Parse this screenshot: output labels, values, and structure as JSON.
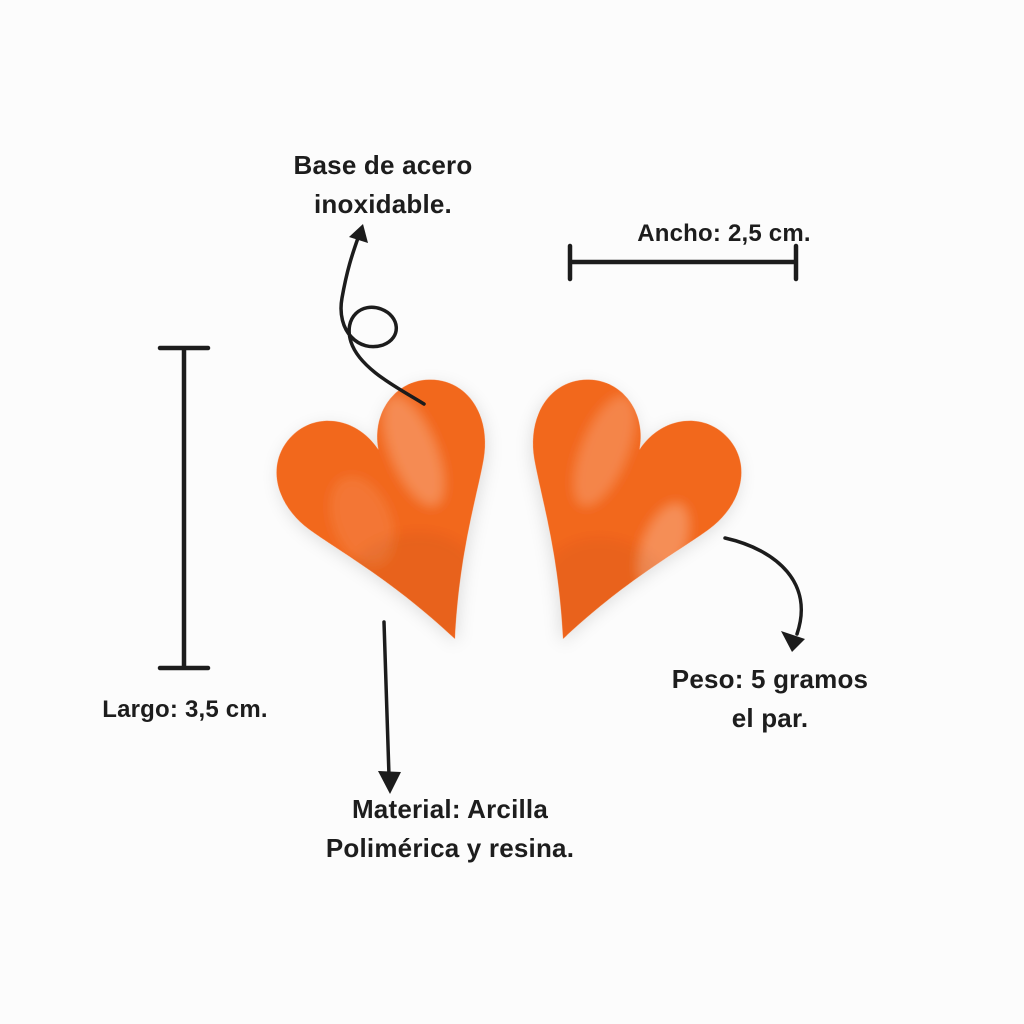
{
  "page": {
    "background": "#fcfcfc",
    "description": "heart-earrings-spec-infographic"
  },
  "colors": {
    "heart_orange": "#f2671d",
    "line_dark": "#1c1c1c",
    "text": "#1d1d1d"
  },
  "labels": {
    "base": "Base de acero\ninoxidable.",
    "ancho": "Ancho: 2,5 cm.",
    "largo": "Largo: 3,5 cm.",
    "peso": "Peso: 5 gramos\nel par.",
    "material": "Material: Arcilla\nPolimérica y resina."
  },
  "measurements": {
    "width_cm": "2,5",
    "length_cm": "3,5",
    "weight_grams_pair": "5"
  },
  "product": {
    "items": [
      "heart-earring-left",
      "heart-earring-right"
    ],
    "material": "Arcilla Polimérica y resina",
    "base_material": "acero inoxidable"
  }
}
